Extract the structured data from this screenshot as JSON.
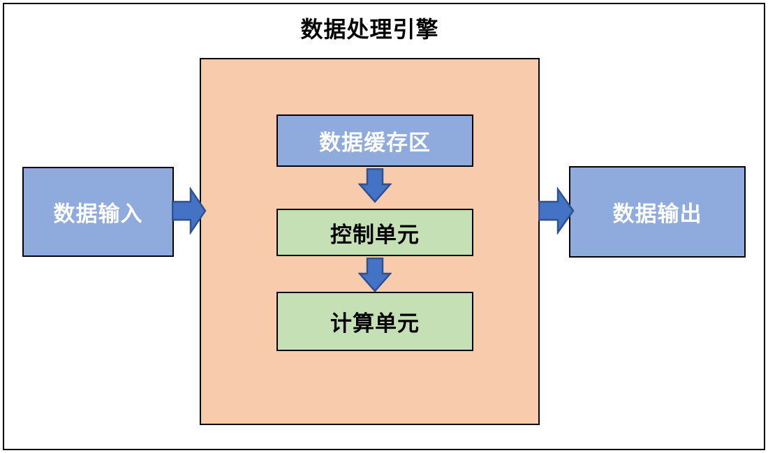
{
  "diagram": {
    "title": "数据处理引擎",
    "nodes": {
      "input": "数据输入",
      "buffer": "数据缓存区",
      "control": "控制单元",
      "compute": "计算单元",
      "output": "数据输出"
    },
    "edges": [
      {
        "from": "input",
        "to": "engine",
        "direction": "right"
      },
      {
        "from": "buffer",
        "to": "control",
        "direction": "down"
      },
      {
        "from": "control",
        "to": "compute",
        "direction": "down"
      },
      {
        "from": "engine",
        "to": "output",
        "direction": "right"
      }
    ],
    "colors": {
      "node_blue": "#8FAADC",
      "engine_fill": "#F8CBAD",
      "node_green": "#C5E0B4",
      "arrow_fill": "#4472C4",
      "arrow_stroke": "#2F528F",
      "border": "#000000",
      "background": "#FFFFFF"
    }
  }
}
